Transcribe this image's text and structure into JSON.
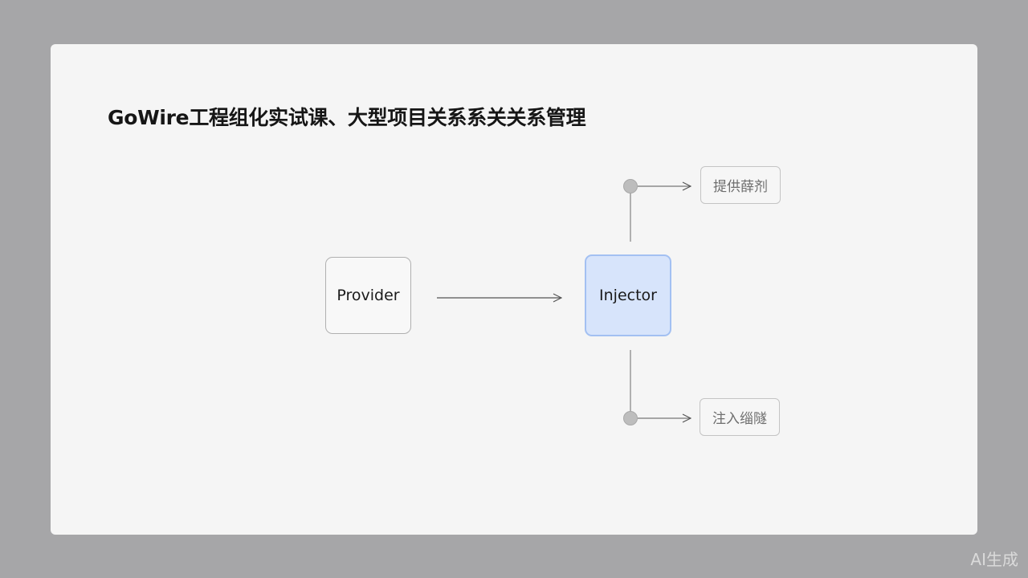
{
  "title": "GoWire工程组化实试课、大型项目关系系关关系管理",
  "nodes": {
    "provider": {
      "label": "Provider"
    },
    "injector": {
      "label": "Injector"
    }
  },
  "tags": {
    "top": {
      "label": "提供薛剂"
    },
    "bottom": {
      "label": "注入缁隧"
    }
  },
  "watermark": "AI生成",
  "colors": {
    "background": "#a6a6a8",
    "card": "#f5f5f5",
    "injector_fill": "#d7e4fb",
    "injector_border": "#a3c0f2",
    "connector": "#555555",
    "dot": "#bdbdbd"
  }
}
